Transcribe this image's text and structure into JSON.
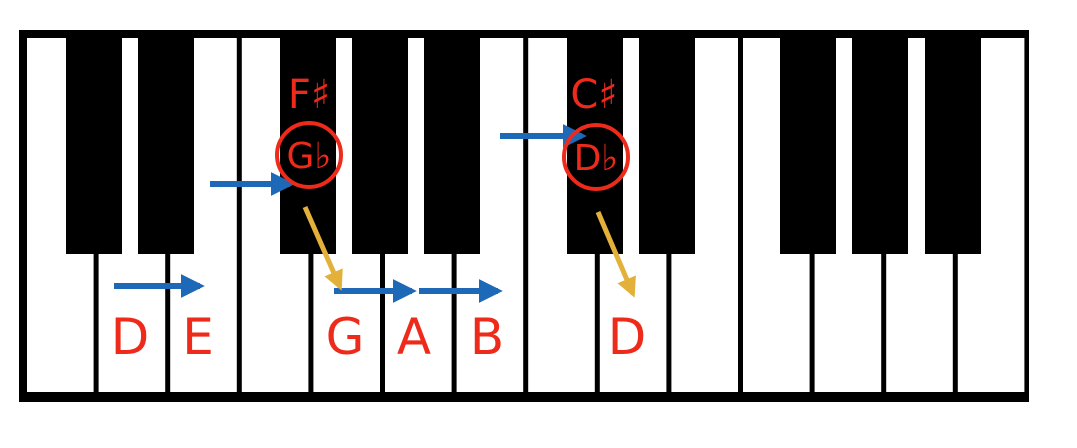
{
  "colors": {
    "frame": "#000000",
    "white_key": "#ffffff",
    "black_key": "#000000",
    "label": "#ee2a1a",
    "arrow_blue": "#1e68b8",
    "arrow_gold": "#e3b13a"
  },
  "white_note_labels": [
    "D",
    "E",
    "G",
    "A",
    "B",
    "D"
  ],
  "sharp_labels": [
    "F♯",
    "C♯"
  ],
  "flat_labels": [
    "G♭",
    "D♭"
  ]
}
